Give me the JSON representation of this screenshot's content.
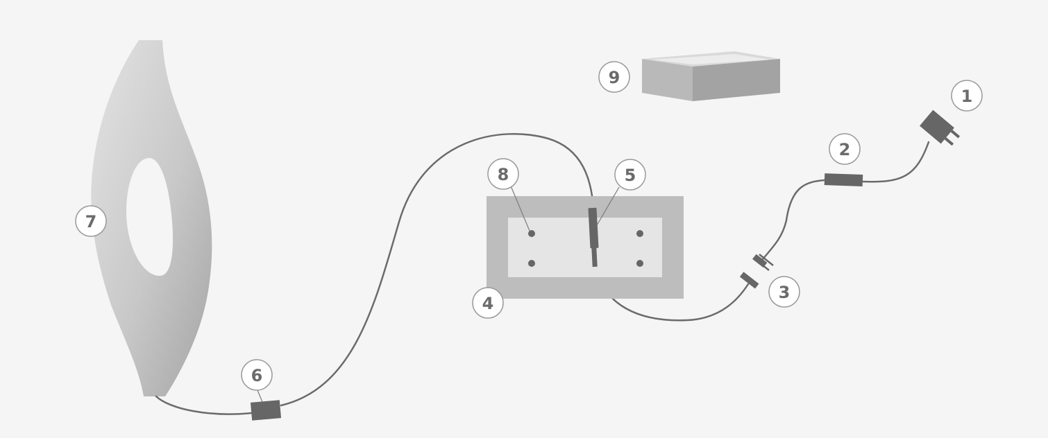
{
  "callouts": [
    {
      "id": "1",
      "label": "1"
    },
    {
      "id": "2",
      "label": "2"
    },
    {
      "id": "3",
      "label": "3"
    },
    {
      "id": "4",
      "label": "4"
    },
    {
      "id": "5",
      "label": "5"
    },
    {
      "id": "6",
      "label": "6"
    },
    {
      "id": "7",
      "label": "7"
    },
    {
      "id": "8",
      "label": "8"
    },
    {
      "id": "9",
      "label": "9"
    }
  ],
  "colors": {
    "background": "#f5f5f5",
    "cable": "#6b6b6b",
    "connector": "#666666",
    "pad_frame": "#bdbdbd",
    "pad_inner": "#e5e5e5",
    "callout_text": "#6b6b6b"
  }
}
